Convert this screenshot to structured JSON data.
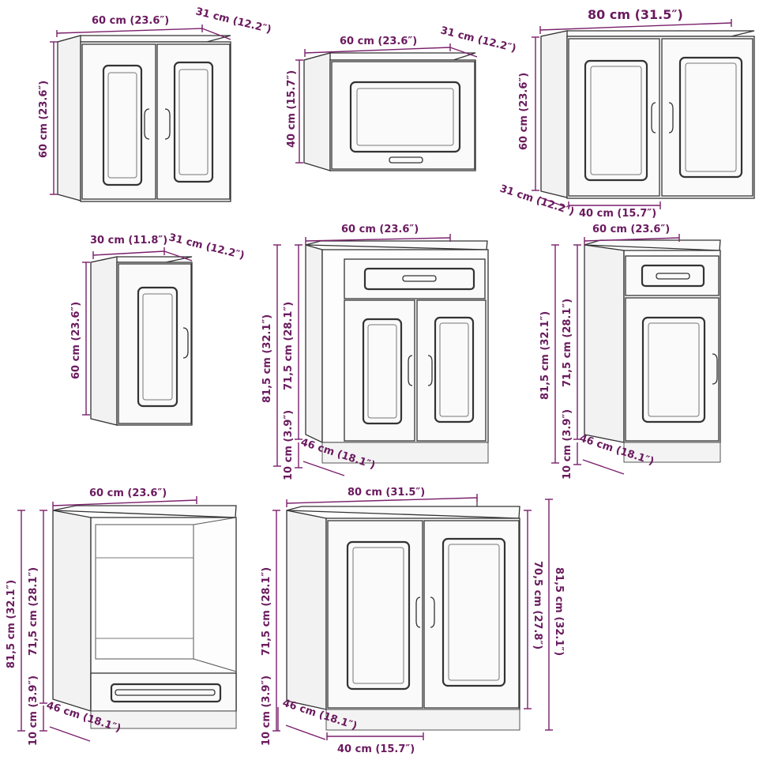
{
  "cabinets": [
    {
      "name": "wall-cabinet-60-double",
      "labels": {
        "width": "60 cm (23.6″)",
        "depth": "31 cm (12.2″)",
        "height": "60 cm (23.6″)"
      }
    },
    {
      "name": "wall-cabinet-60-flap",
      "labels": {
        "width": "60 cm (23.6″)",
        "depth": "31 cm (12.2″)",
        "height": "40 cm (15.7″)"
      }
    },
    {
      "name": "wall-cabinet-80-double",
      "labels": {
        "width": "80 cm (31.5″)",
        "depth": "31 cm (12.2″)",
        "height": "60 cm (23.6″)",
        "inner_width": "40 cm (15.7″)"
      }
    },
    {
      "name": "wall-cabinet-30-single",
      "labels": {
        "width": "30 cm (11.8″)",
        "depth": "31 cm (12.2″)",
        "height": "60 cm (23.6″)"
      }
    },
    {
      "name": "base-cabinet-60-drawer-double",
      "labels": {
        "width": "60 cm (23.6″)",
        "total_height": "81,5 cm (32.1″)",
        "body_height": "71,5 cm (28.1″)",
        "plinth": "10 cm (3.9″)",
        "depth": "46 cm (18.1″)"
      }
    },
    {
      "name": "base-cabinet-60-drawer-single",
      "labels": {
        "width": "60 cm (23.6″)",
        "total_height": "81,5 cm (32.1″)",
        "body_height": "71,5 cm (28.1″)",
        "plinth": "10 cm (3.9″)",
        "depth": "46 cm (18.1″)"
      }
    },
    {
      "name": "oven-cabinet-60",
      "labels": {
        "width": "60 cm (23.6″)",
        "total_height": "81,5 cm (32.1″)",
        "body_height": "71,5 cm (28.1″)",
        "plinth": "10 cm (3.9″)",
        "depth": "46 cm (18.1″)"
      }
    },
    {
      "name": "sink-base-cabinet-80",
      "labels": {
        "width": "80 cm (31.5″)",
        "total_height": "81,5 cm (32.1″)",
        "body_height": "71,5 cm (28.1″)",
        "inner_height": "70,5 cm (27.8″)",
        "plinth": "10 cm (3.9″)",
        "depth": "46 cm (18.1″)",
        "inner_width": "40 cm (15.7″)"
      }
    }
  ]
}
